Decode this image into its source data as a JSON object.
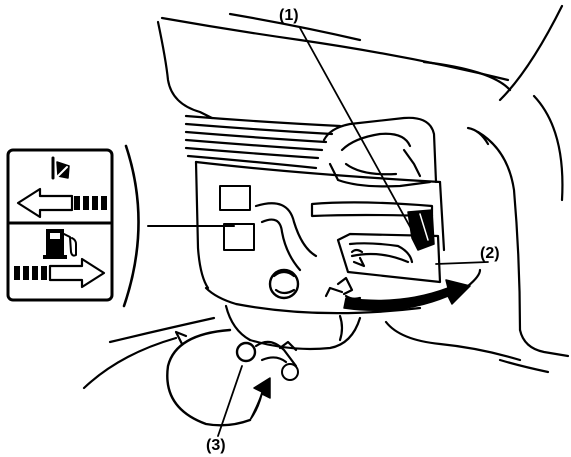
{
  "callouts": {
    "item1": "(1)",
    "item2": "(2)",
    "item3": "(3)"
  },
  "legend": {
    "top_icon": "choke-off-icon",
    "top_arrow": "arrow-left-icon",
    "bottom_icon": "fuel-pump-icon",
    "bottom_arrow": "arrow-right-icon"
  },
  "colors": {
    "ink": "#000000",
    "paper": "#ffffff"
  }
}
